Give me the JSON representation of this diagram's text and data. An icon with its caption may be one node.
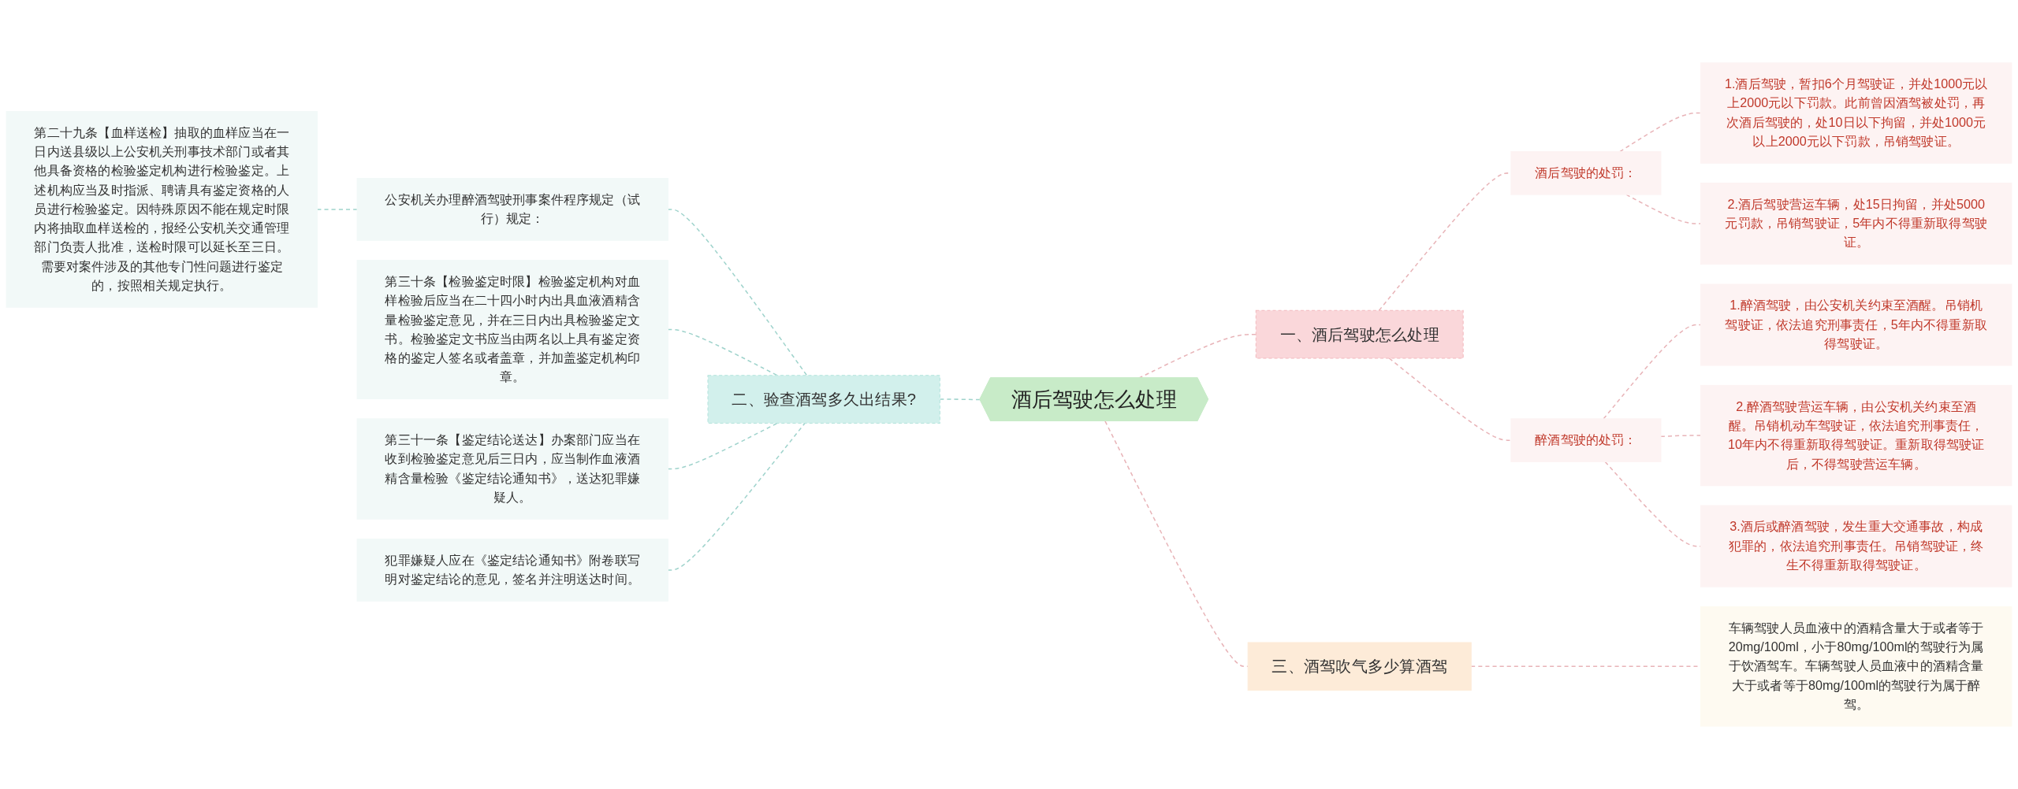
{
  "diagram": {
    "nodes": [
      {
        "text": [
          "酒后驾驶怎么处理"
        ]
      },
      {
        "text": [
          "一、酒后驾驶怎么处理"
        ]
      },
      {
        "text": [
          "酒后驾驶的处罚："
        ]
      },
      {
        "text": [
          "1.酒后驾驶，暂扣6个月驾驶证，并处1000元以上2000元以下罚款。此前曾因酒驾被处罚，再次酒后驾驶的，处10日以下拘留，并处1000元以上2000元以下罚款，吊销驾驶证。"
        ]
      },
      {
        "text": [
          "2.酒后驾驶营运车辆，处15日拘留，并处5000元罚款，吊销驾驶证，5年内不得重新取得驾驶证。"
        ]
      },
      {
        "text": [
          "醉酒驾驶的处罚："
        ]
      },
      {
        "text": [
          "1.醉酒驾驶，由公安机关约束至酒醒。吊销机驾驶证，依法追究刑事责任，5年内不得重新取得驾驶证。"
        ]
      },
      {
        "text": [
          "2.醉酒驾驶营运车辆，由公安机关约束至酒醒。吊销机动车驾驶证，依法追究刑事责任，10年内不得重新取得驾驶证。重新取得驾驶证后，不得驾驶营运车辆。"
        ]
      },
      {
        "text": [
          "3.酒后或醉酒驾驶，发生重大交通事故，构成犯罪的，依法追究刑事责任。吊销驾驶证，终生不得重新取得驾驶证。"
        ]
      },
      {
        "text": [
          "三、酒驾吹气多少算酒驾"
        ]
      },
      {
        "text": [
          "车辆驾驶人员血液中的酒精含量大于或者等于20mg/100ml，小于80mg/100ml的驾驶行为属于饮酒驾车。车辆驾驶人员血液中的酒精含量大于或者等于80mg/100ml的驾驶行为属于醉驾。"
        ]
      },
      {
        "text": [
          "二、验查酒驾多久出结果?"
        ]
      },
      {
        "text": [
          "公安机关办理醉酒驾驶刑事案件程序规定（试行）规定："
        ]
      },
      {
        "text": [
          "第二十九条【血样送检】抽取的血样应当在一日内送县级以上公安机关刑事技术部门或者其他具备资格的检验鉴定机构进行检验鉴定。上述机构应当及时指派、聘请具有鉴定资格的人员进行检验鉴定。因特殊原因不能在规定时限内将抽取血样送检的，报经公安机关交通管理部门负责人批准，送检时限可以延长至三日。需要对案件涉及的其他专门性问题进行鉴定的，按照相关规定执行。"
        ]
      },
      {
        "text": [
          "第三十条【检验鉴定时限】检验鉴定机构对血样检验后应当在二十四小时内出具血液酒精含量检验鉴定意见，并在三日内出具检验鉴定文书。检验鉴定文书应当由两名以上具有鉴定资格的鉴定人签名或者盖章，并加盖鉴定机构印章。"
        ]
      },
      {
        "text": [
          "第三十一条【鉴定结论送达】办案部门应当在收到检验鉴定意见后三日内，应当制作血液酒精含量检验《鉴定结论通知书》，送达犯罪嫌疑人。"
        ]
      },
      {
        "text": [
          "犯罪嫌疑人应在《鉴定结论通知书》附卷联写明对鉴定结论的意见，签名并注明送达时间。"
        ]
      }
    ],
    "edges": [
      {
        "from": 0,
        "to": 1,
        "arrow": "none",
        "style": "dashed"
      },
      {
        "from": 1,
        "to": 2,
        "arrow": "none",
        "style": "dashed"
      },
      {
        "from": 2,
        "to": 3,
        "arrow": "none",
        "style": "dashed"
      },
      {
        "from": 2,
        "to": 4,
        "arrow": "none",
        "style": "dashed"
      },
      {
        "from": 1,
        "to": 5,
        "arrow": "none",
        "style": "dashed"
      },
      {
        "from": 5,
        "to": 6,
        "arrow": "none",
        "style": "dashed"
      },
      {
        "from": 5,
        "to": 7,
        "arrow": "none",
        "style": "dashed"
      },
      {
        "from": 5,
        "to": 8,
        "arrow": "none",
        "style": "dashed"
      },
      {
        "from": 0,
        "to": 9,
        "arrow": "none",
        "style": "dashed"
      },
      {
        "from": 9,
        "to": 10,
        "arrow": "none",
        "style": "dashed"
      },
      {
        "from": 0,
        "to": 11,
        "arrow": "none",
        "style": "dashed"
      },
      {
        "from": 11,
        "to": 12,
        "arrow": "none",
        "style": "dashed"
      },
      {
        "from": 12,
        "to": 13,
        "arrow": "none",
        "style": "dashed"
      },
      {
        "from": 11,
        "to": 14,
        "arrow": "none",
        "style": "dashed"
      },
      {
        "from": 11,
        "to": 15,
        "arrow": "none",
        "style": "dashed"
      },
      {
        "from": 11,
        "to": 16,
        "arrow": "none",
        "style": "dashed"
      }
    ]
  }
}
